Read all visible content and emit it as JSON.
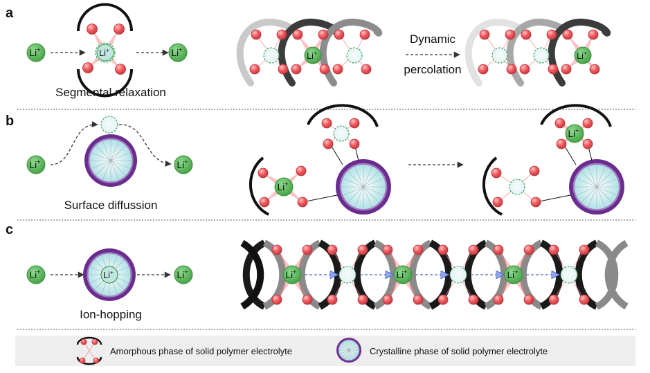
{
  "panels": {
    "a": {
      "letter": "a",
      "caption": "Segmental relaxation",
      "arrow_label_top": "Dynamic",
      "arrow_label_bottom": "percolation"
    },
    "b": {
      "letter": "b",
      "caption": "Surface diffussion"
    },
    "c": {
      "letter": "c",
      "caption": "Ion-hopping"
    }
  },
  "ion": {
    "symbol": "Li",
    "charge": "+"
  },
  "legend": {
    "amorphous": "Amorphous phase of solid polymer electrolyte",
    "crystalline": "Crystalline phase of solid polymer electrolyte"
  },
  "colors": {
    "li_fill": "#5cb85c",
    "li_stroke": "#3d8f3d",
    "site_fill": "#ef5a5f",
    "ring_outer": "#6a2c8e",
    "ring_fill": "#c6ecef",
    "legend_bg": "#eeeeee"
  }
}
